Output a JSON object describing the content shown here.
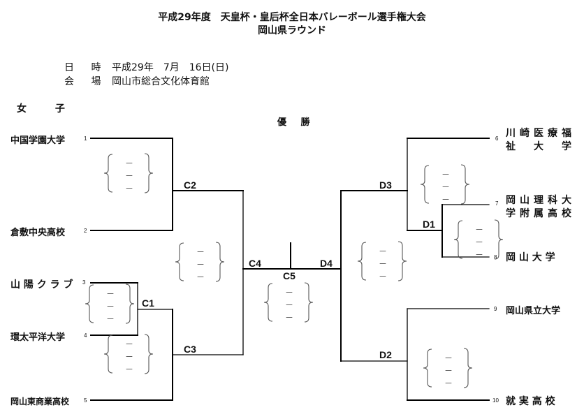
{
  "header": {
    "title_line1": "平成29年度　天皇杯・皇后杯全日本バレーボール選手権大会",
    "title_line2": "岡山県ラウンド"
  },
  "meta": {
    "date_label": "日 時",
    "date_value": "平成29年　7月　16日(日)",
    "venue_label": "会 場",
    "venue_value": "岡山市総合文化体育館"
  },
  "division": "女 子",
  "champion_label": "優 勝",
  "teams": [
    {
      "seed": "1",
      "name": "中国学園大学"
    },
    {
      "seed": "2",
      "name": "倉敷中央高校"
    },
    {
      "seed": "3",
      "name": "山 陽 ク ラ ブ"
    },
    {
      "seed": "4",
      "name": "環太平洋大学"
    },
    {
      "seed": "5",
      "name": "岡山東商業高校"
    },
    {
      "seed": "6",
      "name_line1": "川崎医療福",
      "name_line2": "祉　大　学"
    },
    {
      "seed": "7",
      "name_line1": "岡山理科大",
      "name_line2": "学附属高校"
    },
    {
      "seed": "8",
      "name": "岡 山 大 学"
    },
    {
      "seed": "9",
      "name": "岡山県立大学"
    },
    {
      "seed": "10",
      "name": "就 実 高 校"
    }
  ],
  "matches": {
    "C1": "C1",
    "C2": "C2",
    "C3": "C3",
    "C4": "C4",
    "C5": "C5",
    "D1": "D1",
    "D2": "D2",
    "D3": "D3",
    "D4": "D4"
  },
  "scores": {
    "C1": [
      "－",
      "－",
      "－"
    ],
    "C2": [
      "－",
      "－",
      "－"
    ],
    "C3": [
      "－",
      "－",
      "－"
    ],
    "C4": [
      "－",
      "－",
      "－"
    ],
    "C5": [
      "－",
      "－",
      "－"
    ],
    "D1": [
      "－",
      "－",
      "－"
    ],
    "D2": [
      "－",
      "－",
      "－"
    ],
    "D3": [
      "－",
      "－",
      "－"
    ],
    "D4": [
      "－",
      "－",
      "－"
    ]
  },
  "colors": {
    "line": "#000000",
    "brace": "#555555",
    "text": "#111111"
  }
}
